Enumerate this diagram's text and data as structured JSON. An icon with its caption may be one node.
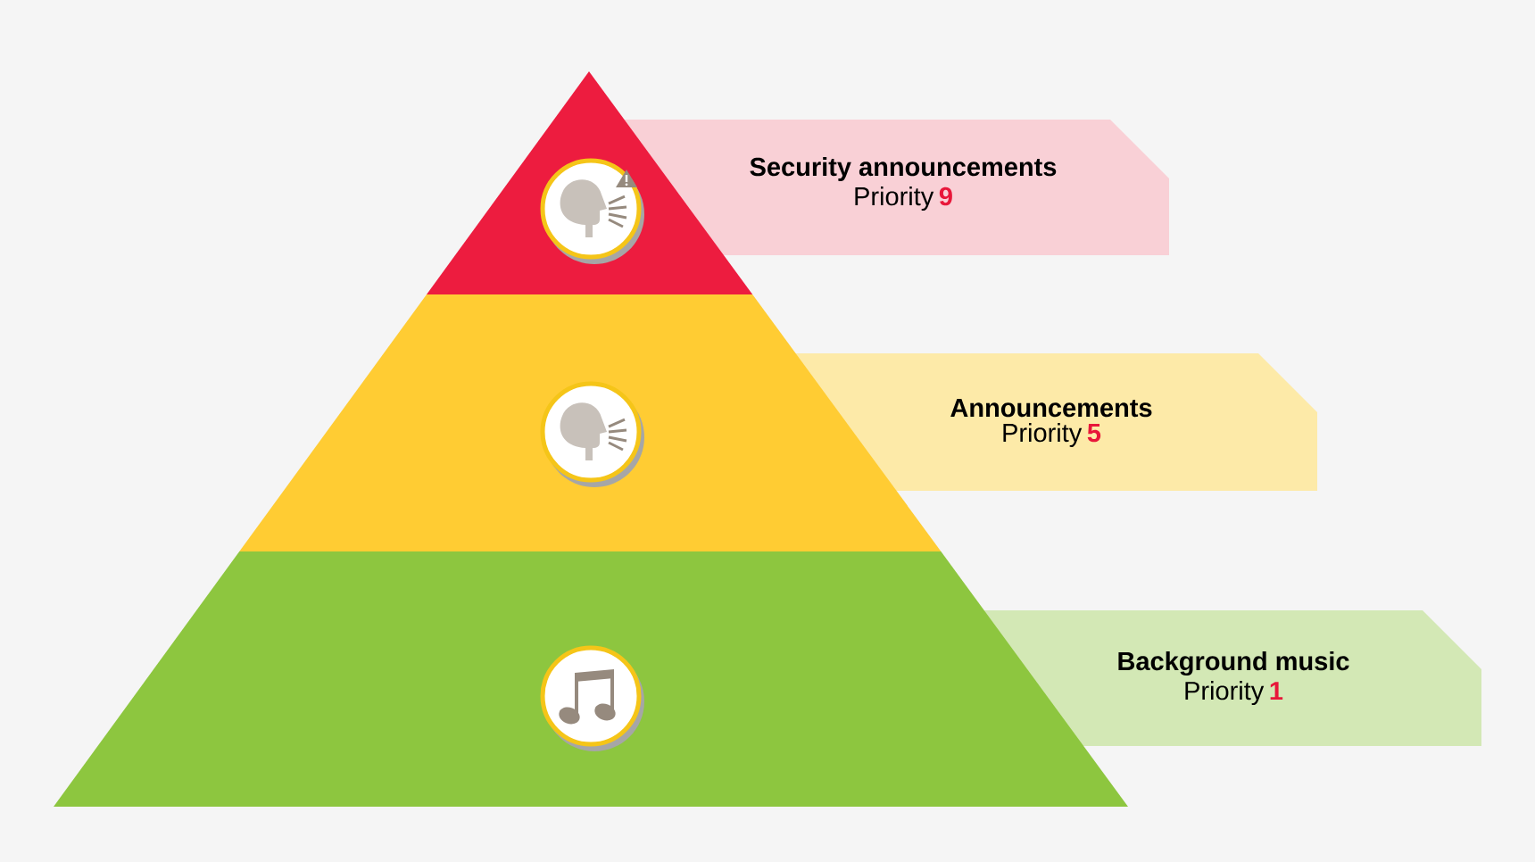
{
  "diagram": {
    "nodes": [
      {
        "text": [
          "Security announcements",
          "Priority",
          "9"
        ]
      },
      {
        "text": [
          "Announcements",
          "Priority",
          "5"
        ]
      },
      {
        "text": [
          "Background music",
          "Priority",
          "1"
        ]
      }
    ],
    "edges": []
  }
}
